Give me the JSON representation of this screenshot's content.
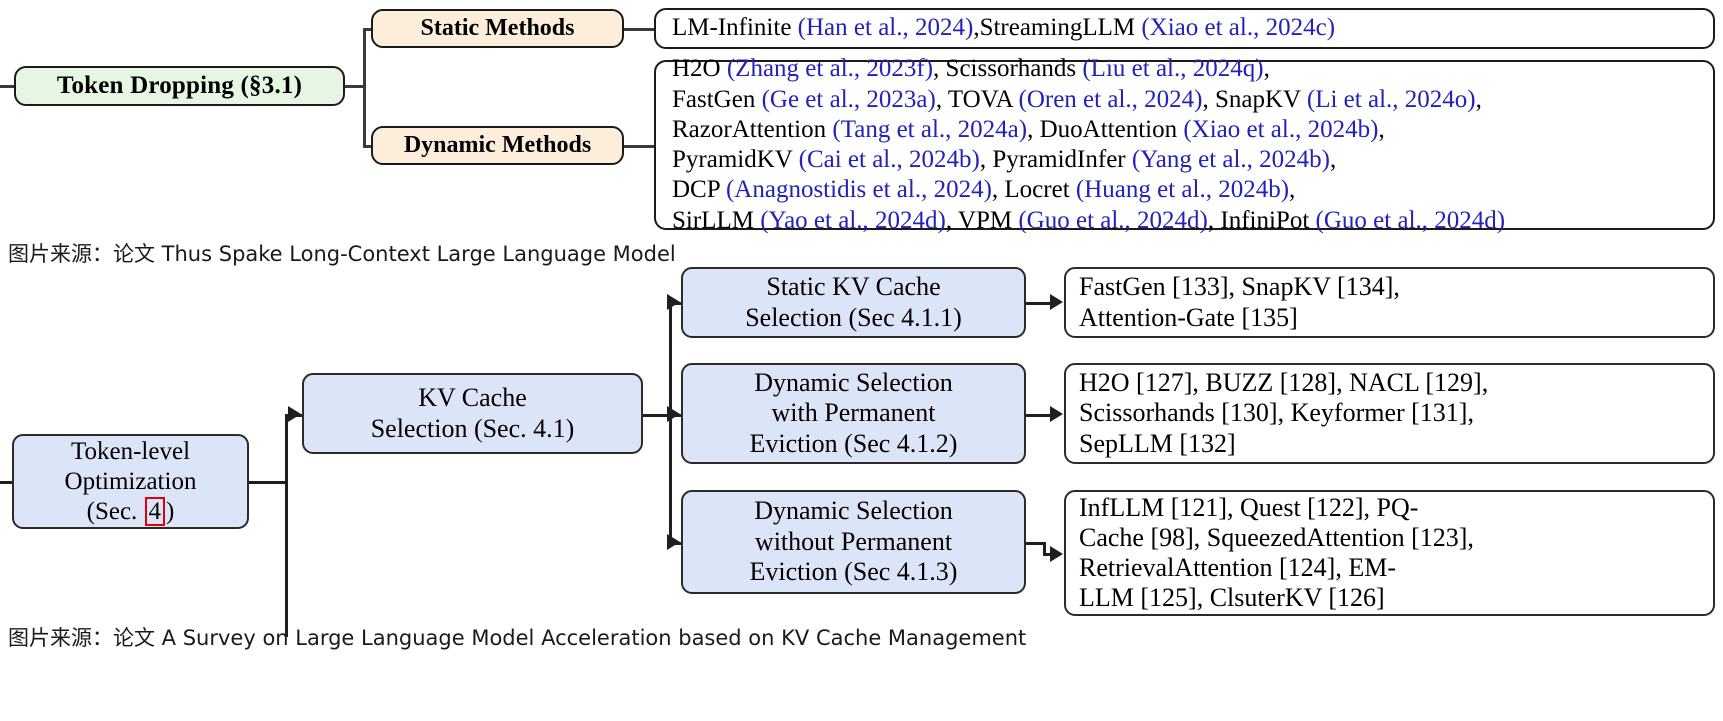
{
  "diagram_top": {
    "root": "Token Dropping (§3.1)",
    "branches": [
      {
        "label": "Static Methods",
        "citations": [
          [
            {
              "t": "LM-Infinite ",
              "c": "k"
            },
            {
              "t": "(Han et al., 2024)",
              "c": "b"
            },
            {
              "t": ",StreamingLLM ",
              "c": "k"
            },
            {
              "t": "(Xiao et al., 2024c)",
              "c": "b"
            }
          ]
        ]
      },
      {
        "label": "Dynamic Methods",
        "citations": [
          [
            {
              "t": "H2O ",
              "c": "k"
            },
            {
              "t": "(Zhang et al., 2023f)",
              "c": "b"
            },
            {
              "t": ", Scissorhands ",
              "c": "k"
            },
            {
              "t": "(Liu et al., 2024q)",
              "c": "b"
            },
            {
              "t": ",",
              "c": "k"
            }
          ],
          [
            {
              "t": "FastGen ",
              "c": "k"
            },
            {
              "t": "(Ge et al., 2023a)",
              "c": "b"
            },
            {
              "t": ", TOVA ",
              "c": "k"
            },
            {
              "t": "(Oren et al., 2024)",
              "c": "b"
            },
            {
              "t": ", SnapKV ",
              "c": "k"
            },
            {
              "t": "(Li et al., 2024o)",
              "c": "b"
            },
            {
              "t": ",",
              "c": "k"
            }
          ],
          [
            {
              "t": "RazorAttention ",
              "c": "k"
            },
            {
              "t": "(Tang et al., 2024a)",
              "c": "b"
            },
            {
              "t": ", DuoAttention ",
              "c": "k"
            },
            {
              "t": "(Xiao et al., 2024b)",
              "c": "b"
            },
            {
              "t": ",",
              "c": "k"
            }
          ],
          [
            {
              "t": "PyramidKV ",
              "c": "k"
            },
            {
              "t": "(Cai et al., 2024b)",
              "c": "b"
            },
            {
              "t": ", PyramidInfer ",
              "c": "k"
            },
            {
              "t": "(Yang et al., 2024b)",
              "c": "b"
            },
            {
              "t": ",",
              "c": "k"
            }
          ],
          [
            {
              "t": "DCP ",
              "c": "k"
            },
            {
              "t": "(Anagnostidis et al., 2024)",
              "c": "b"
            },
            {
              "t": ", Locret ",
              "c": "k"
            },
            {
              "t": "(Huang et al., 2024b)",
              "c": "b"
            },
            {
              "t": ",",
              "c": "k"
            }
          ],
          [
            {
              "t": "SirLLM ",
              "c": "k"
            },
            {
              "t": "(Yao et al., 2024d)",
              "c": "b"
            },
            {
              "t": ", VPM ",
              "c": "k"
            },
            {
              "t": "(Guo et al., 2024d)",
              "c": "b"
            },
            {
              "t": ", InfiniPot ",
              "c": "k"
            },
            {
              "t": "(Guo et al., 2024d)",
              "c": "b"
            }
          ]
        ]
      }
    ],
    "caption": "图片来源：论文 Thus Spake Long-Context Large Language Model"
  },
  "diagram_bottom": {
    "root_lines": [
      "Token-level",
      "Optimization",
      "(Sec. ",
      "4",
      ")"
    ],
    "root_line1": "Token-level",
    "root_line2": "Optimization",
    "root_line3_pre": "(Sec. ",
    "root_line3_num": "4",
    "root_line3_post": ")",
    "level2": {
      "line1": "KV Cache",
      "line2": "Selection (Sec. 4.1)"
    },
    "branches": [
      {
        "title_lines": [
          "Static KV Cache",
          "Selection (Sec 4.1.1)"
        ],
        "refs": [
          "FastGen [133], SnapKV [134],",
          "Attention-Gate [135]"
        ]
      },
      {
        "title_lines": [
          "Dynamic Selection",
          "with Permanent",
          "Eviction (Sec 4.1.2)"
        ],
        "refs": [
          "H2O [127], BUZZ [128], NACL [129],",
          "Scissorhands [130], Keyformer [131],",
          "SepLLM [132]"
        ]
      },
      {
        "title_lines": [
          "Dynamic Selection",
          "without Permanent",
          "Eviction (Sec 4.1.3)"
        ],
        "refs": [
          "InfLLM [121], Quest [122], PQ-",
          "Cache [98], SqueezedAttention [123],",
          "RetrievalAttention [124], EM-",
          "LLM [125], ClsuterKV [126]"
        ]
      }
    ],
    "caption": "图片来源：论文 A Survey on Large Language Model Acceleration based on KV Cache Management"
  },
  "colors": {
    "root_top_fill": "#e6f6e3",
    "method_fill": "#fdeedc",
    "citation_text_blue": "#2222bb",
    "node_blue_fill": "#dbe5f7",
    "highlight_red": "#e40000",
    "line": "#3a3a3a"
  }
}
